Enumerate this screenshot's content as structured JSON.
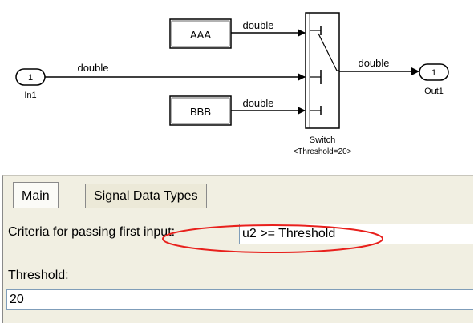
{
  "diagram": {
    "const_a": "AAA",
    "const_b": "BBB",
    "in_port_number": "1",
    "in_port_label": "In1",
    "out_port_number": "1",
    "out_port_label": "Out1",
    "signal_type_a": "double",
    "signal_type_main": "double",
    "signal_type_b": "double",
    "signal_type_out": "double",
    "switch_label": "Switch",
    "switch_param": "<Threshold=20>"
  },
  "dialog": {
    "tabs": [
      {
        "label": "Main"
      },
      {
        "label": "Signal Data Types"
      }
    ],
    "criteria_label": "Criteria for passing first input:",
    "criteria_value": "u2 >= Threshold",
    "threshold_label": "Threshold:",
    "threshold_value": "20"
  },
  "colors": {
    "highlight": "#e8201c",
    "panel": "#f1efe2"
  }
}
